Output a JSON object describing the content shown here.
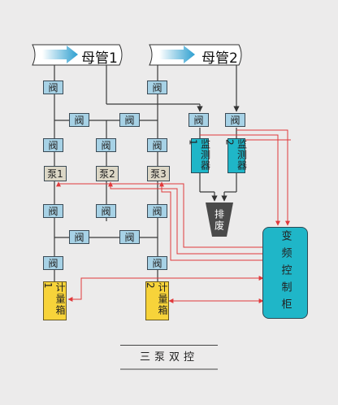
{
  "mains": [
    {
      "label": "母管1"
    },
    {
      "label": "母管2"
    }
  ],
  "valve_label": "阀",
  "pumps": [
    "泵1",
    "泵2",
    "泵3"
  ],
  "meters": [
    "监测器1",
    "监测器2"
  ],
  "drain": "排废",
  "tanks": [
    "计量箱1",
    "计量箱2"
  ],
  "vfd": "变频控制柜",
  "caption": "三泵双控",
  "colors": {
    "valve": "#a7d2e6",
    "pump": "#dcd7c6",
    "meter": "#1fb6c8",
    "tank": "#f7d33a",
    "signal": "#e0393b",
    "pipe": "#3a3a3a"
  }
}
